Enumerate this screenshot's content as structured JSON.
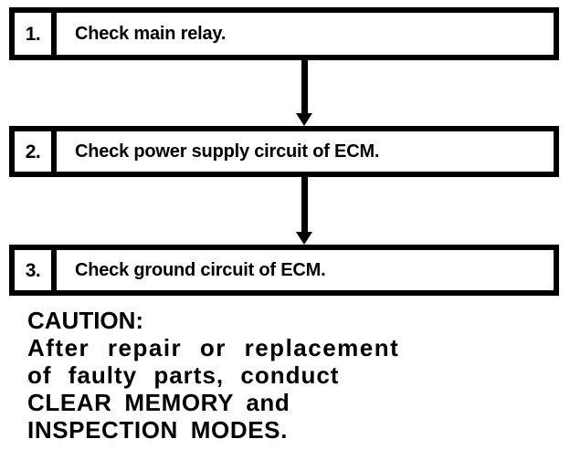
{
  "document": {
    "type": "troubleshooting-flowchart",
    "background_color": "#ffffff",
    "ink_color": "#000000"
  },
  "flow": {
    "steps": [
      {
        "number": "1.",
        "text": "Check main relay."
      },
      {
        "number": "2.",
        "text": "Check power supply circuit of ECM."
      },
      {
        "number": "3.",
        "text": "Check ground circuit of ECM."
      }
    ],
    "connectors": [
      {
        "from": "1",
        "to": "2",
        "shape": "down-arrow"
      },
      {
        "from": "2",
        "to": "3",
        "shape": "down-arrow"
      }
    ]
  },
  "caution": {
    "title": "CAUTION:",
    "lines": [
      "After repair or replacement",
      "of faulty parts, conduct",
      "CLEAR MEMORY and",
      "INSPECTION MODES."
    ]
  }
}
